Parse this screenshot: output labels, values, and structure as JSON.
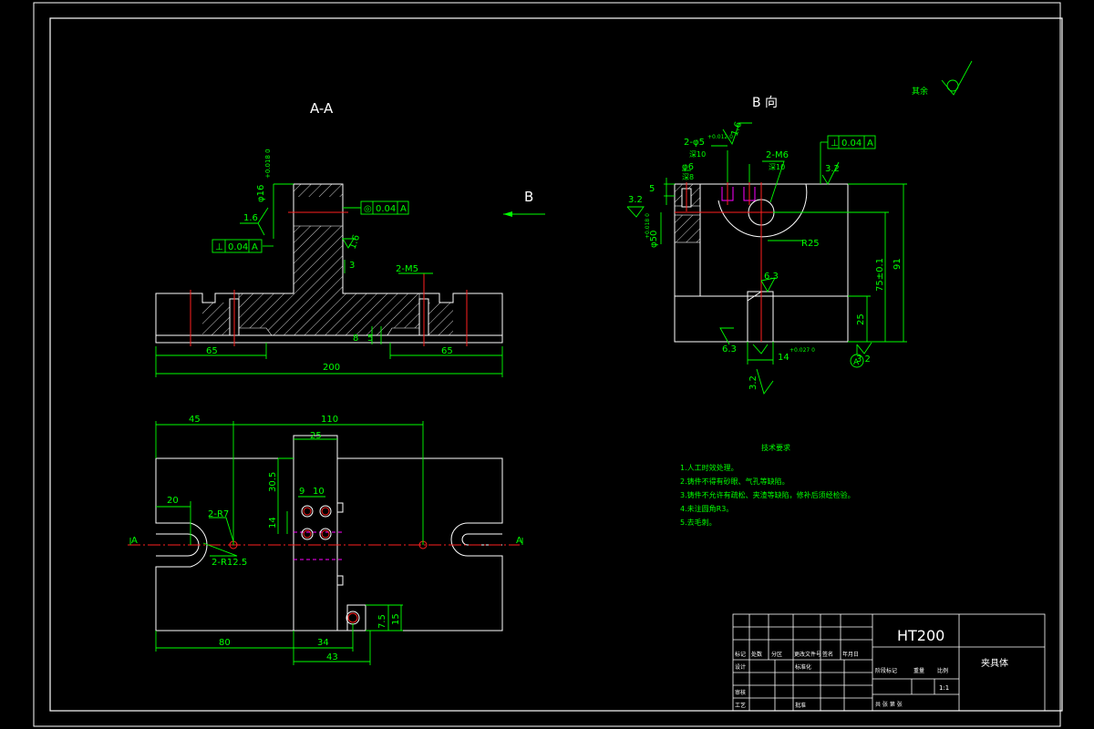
{
  "views": {
    "section_aa_label": "A-A",
    "view_b_label": "B 向",
    "arrow_b_label": "B",
    "section_marker_left": "A",
    "section_marker_right": "A",
    "datum_a": "A"
  },
  "roughness": {
    "other_label": "其余",
    "r16": "1.6",
    "r32": "3.2",
    "r63": "6.3"
  },
  "tolerance_frames": {
    "perp_value": "0.04",
    "perp_datum": "A",
    "coax_value": "0.04",
    "coax_datum": "A",
    "b_perp_value": "0.04",
    "b_perp_datum": "A"
  },
  "dims": {
    "aa_width": "200",
    "aa_left": "65",
    "aa_right": "65",
    "aa_8": "8",
    "aa_5": "5",
    "aa_3": "3",
    "aa_2m5": "2-M5",
    "aa_phi16": "φ16",
    "aa_phi16_tol": "+0.018 0",
    "plan_45": "45",
    "plan_110": "110",
    "plan_25": "25",
    "plan_20": "20",
    "plan_30_5": "30.5",
    "plan_14": "14",
    "plan_9": "9",
    "plan_10": "10",
    "plan_2r7": "2-R7",
    "plan_2r12_5": "2-R12.5",
    "plan_80": "80",
    "plan_34": "34",
    "plan_43": "43",
    "plan_7_5": "7.5",
    "plan_15": "15",
    "b_2phi5": "2-φ5",
    "b_2phi5_tol": "+0.012 0",
    "b_depth10": "深10",
    "b_2m6": "2-M6",
    "b_2m6_depth": "深10",
    "b_phi6": "φ6",
    "b_depth8": "深8",
    "b_phi50": "φ50",
    "b_phi50_tol": "+0.018 0",
    "b_5": "5",
    "b_r25": "R25",
    "b_75": "75±0.1",
    "b_91": "91",
    "b_25": "25",
    "b_14": "14",
    "b_14_tol": "+0.027 0"
  },
  "tech_req": {
    "title": "技术要求",
    "items": [
      "1.人工时效处理。",
      "2.铸件不得有砂眼、气孔等缺陷。",
      "3.铸件不允许有疏松、夹渣等缺陷，修补后须经检验。",
      "4.未注圆角R3。",
      "5.去毛刺。"
    ]
  },
  "title_block": {
    "material": "HT200",
    "part_name": "夹具体",
    "row_headers": [
      "标记",
      "处数",
      "分区",
      "更改文件号",
      "签名",
      "年月日"
    ],
    "design": "设计",
    "standardize": "标准化",
    "review": "审核",
    "process": "工艺",
    "approve": "批准",
    "stage_label": "阶段标记",
    "weight_label": "重量",
    "scale_label": "比例",
    "scale_value": "1:1",
    "sheets_label": "共 张 第 张"
  },
  "colors": {
    "outline": "#ffffff",
    "dimension": "#00ff00",
    "centerline": "#ff2020",
    "hatch": "#ffffff",
    "thread": "#ff00ff",
    "background": "#000000"
  }
}
